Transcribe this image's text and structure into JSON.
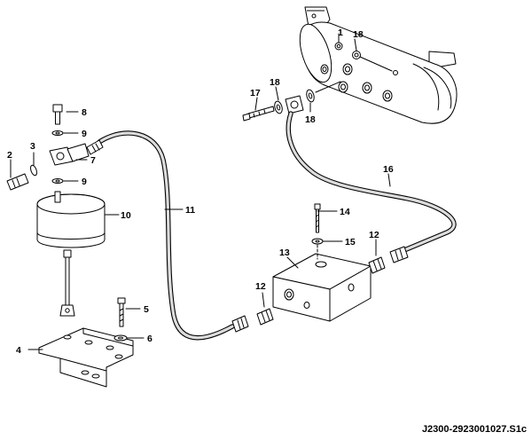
{
  "drawing_code": "J2300-2923001027.S1c",
  "callouts": [
    {
      "id": "1",
      "label": "1"
    },
    {
      "id": "2",
      "label": "2"
    },
    {
      "id": "3",
      "label": "3"
    },
    {
      "id": "4",
      "label": "4"
    },
    {
      "id": "5",
      "label": "5"
    },
    {
      "id": "6",
      "label": "6"
    },
    {
      "id": "7",
      "label": "7"
    },
    {
      "id": "8",
      "label": "8"
    },
    {
      "id": "9",
      "label": "9"
    },
    {
      "id": "9b",
      "label": "9"
    },
    {
      "id": "10",
      "label": "10"
    },
    {
      "id": "11",
      "label": "11"
    },
    {
      "id": "12",
      "label": "12"
    },
    {
      "id": "12b",
      "label": "12"
    },
    {
      "id": "13",
      "label": "13"
    },
    {
      "id": "14",
      "label": "14"
    },
    {
      "id": "15",
      "label": "15"
    },
    {
      "id": "16",
      "label": "16"
    },
    {
      "id": "17",
      "label": "17"
    },
    {
      "id": "18",
      "label": "18"
    },
    {
      "id": "18b",
      "label": "18"
    },
    {
      "id": "18c",
      "label": "18"
    }
  ]
}
